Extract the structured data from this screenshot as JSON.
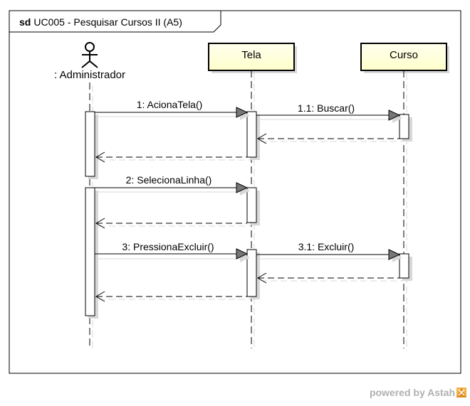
{
  "frame": {
    "keyword": "sd",
    "title": "UC005 - Pesquisar Cursos II (A5)"
  },
  "actor": {
    "name": ": Administrador"
  },
  "lifelines": [
    {
      "name": "Tela"
    },
    {
      "name": "Curso"
    }
  ],
  "messages": [
    {
      "label": "1: AcionaTela()"
    },
    {
      "label": "1.1: Buscar()"
    },
    {
      "label": "2: SelecionaLinha()"
    },
    {
      "label": "3: PressionaExcluir()"
    },
    {
      "label": "3.1: Excluir()"
    }
  ],
  "footer": {
    "text": "powered by Astah"
  },
  "colors": {
    "lifeline_fill": "#ffffdd",
    "border": "#000000",
    "shadow": "#d8d8d8",
    "arrowhead": "#777777"
  }
}
